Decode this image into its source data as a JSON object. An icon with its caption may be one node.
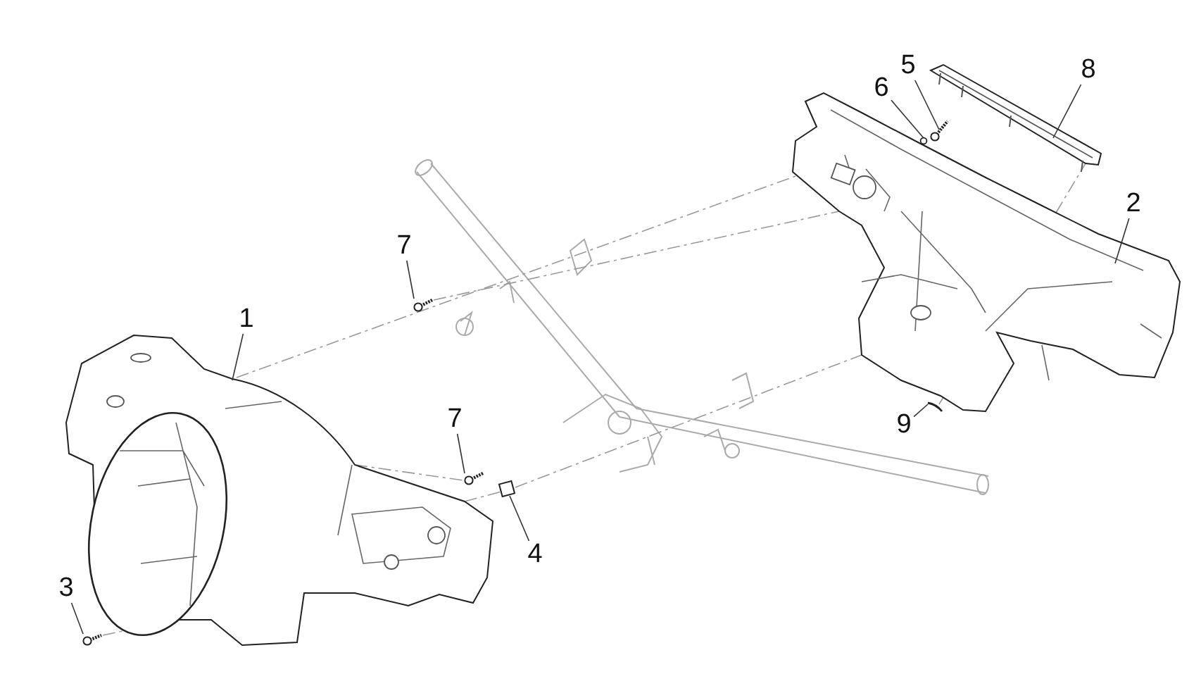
{
  "diagram": {
    "nodes": [
      {
        "text": [
          "5"
        ]
      },
      {
        "text": [
          "8"
        ]
      },
      {
        "text": [
          "6"
        ]
      },
      {
        "text": [
          "2"
        ]
      },
      {
        "text": [
          "7"
        ]
      },
      {
        "text": [
          "1"
        ]
      },
      {
        "text": [
          "7"
        ]
      },
      {
        "text": [
          "9"
        ]
      },
      {
        "text": [
          "4"
        ]
      },
      {
        "text": [
          "3"
        ]
      },
      {
        "text": [],
        "shape": "picture"
      },
      {
        "text": [],
        "shape": "picture"
      },
      {
        "text": [],
        "shape": "circle"
      },
      {
        "text": [],
        "shape": "picture"
      },
      {
        "text": [],
        "shape": "picture"
      },
      {
        "text": [],
        "shape": "picture"
      },
      {
        "text": [],
        "shape": "picture"
      },
      {
        "text": [],
        "shape": "picture"
      },
      {
        "text": [],
        "shape": "box"
      },
      {
        "text": [],
        "shape": "picture"
      }
    ],
    "edges": [
      {
        "from": 0,
        "to": 10,
        "arrow": "none"
      },
      {
        "from": 1,
        "to": 11,
        "arrow": "none"
      },
      {
        "from": 2,
        "to": 12,
        "arrow": "none"
      },
      {
        "from": 3,
        "to": 13,
        "arrow": "none"
      },
      {
        "from": 4,
        "to": 14,
        "arrow": "none"
      },
      {
        "from": 5,
        "to": 15,
        "arrow": "none"
      },
      {
        "from": 6,
        "to": 16,
        "arrow": "none"
      },
      {
        "from": 7,
        "to": 17,
        "arrow": "none"
      },
      {
        "from": 8,
        "to": 18,
        "arrow": "none"
      },
      {
        "from": 9,
        "to": 19,
        "arrow": "none"
      },
      {
        "from": 15,
        "to": 13,
        "arrow": "none",
        "style": "dashed",
        "color": "#999999"
      },
      {
        "from": 14,
        "to": 13,
        "arrow": "none",
        "style": "dashed",
        "color": "#999999"
      },
      {
        "from": 19,
        "to": 15,
        "arrow": "none",
        "style": "dashed",
        "color": "#999999"
      },
      {
        "from": 18,
        "to": 13,
        "arrow": "none",
        "style": "dashed",
        "color": "#999999"
      },
      {
        "from": 15,
        "to": 18,
        "arrow": "none",
        "style": "dashed",
        "color": "#999999"
      },
      {
        "from": 15,
        "to": 16,
        "arrow": "none",
        "style": "dashed",
        "color": "#999999"
      },
      {
        "from": 17,
        "to": 13,
        "arrow": "none",
        "style": "dashed",
        "color": "#999999"
      },
      {
        "from": 13,
        "to": 11,
        "arrow": "none",
        "style": "dashed",
        "color": "#999999"
      }
    ]
  }
}
